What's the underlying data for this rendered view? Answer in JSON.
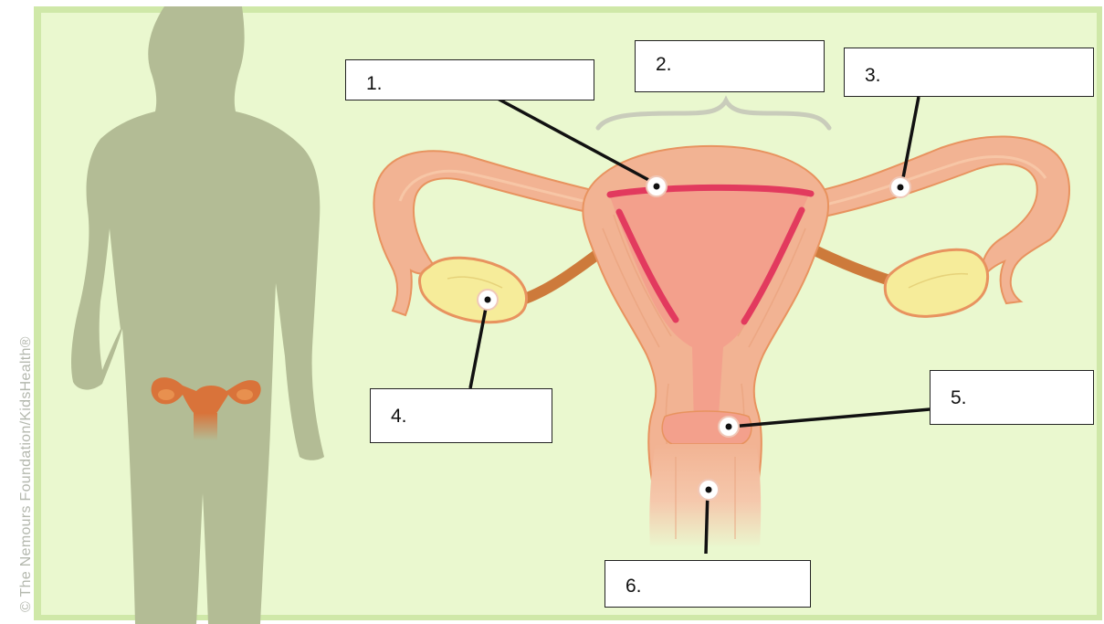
{
  "credit": "© The Nemours Foundation/KidsHealth®",
  "labels": {
    "l1": "1.",
    "l2": "2.",
    "l3": "3.",
    "l4": "4.",
    "l5": "5.",
    "l6": "6."
  },
  "colors": {
    "background": "#eaf8cf",
    "frame": "#cfe8a8",
    "silhouette": "#b3bc95",
    "uterus_tissue": "#f2b393",
    "uterus_cavity": "#f3a08c",
    "endometrium": "#e23a5e",
    "ovary": "#f6ec9a",
    "ligament": "#cd7a3b",
    "mini_organ": "#d9733a"
  }
}
